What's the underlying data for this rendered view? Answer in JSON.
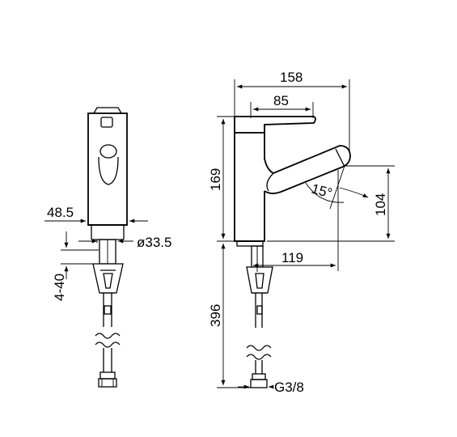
{
  "dimensions": {
    "width_158": "158",
    "width_85": "85",
    "height_169": "169",
    "height_104": "104",
    "depth_119": "119",
    "length_396": "396",
    "angle_15": "15°",
    "thread_g38": "G3/8",
    "dim_48_5": "48.5",
    "dia_33_5": "ø33.5",
    "range_4_40": "4-40"
  }
}
